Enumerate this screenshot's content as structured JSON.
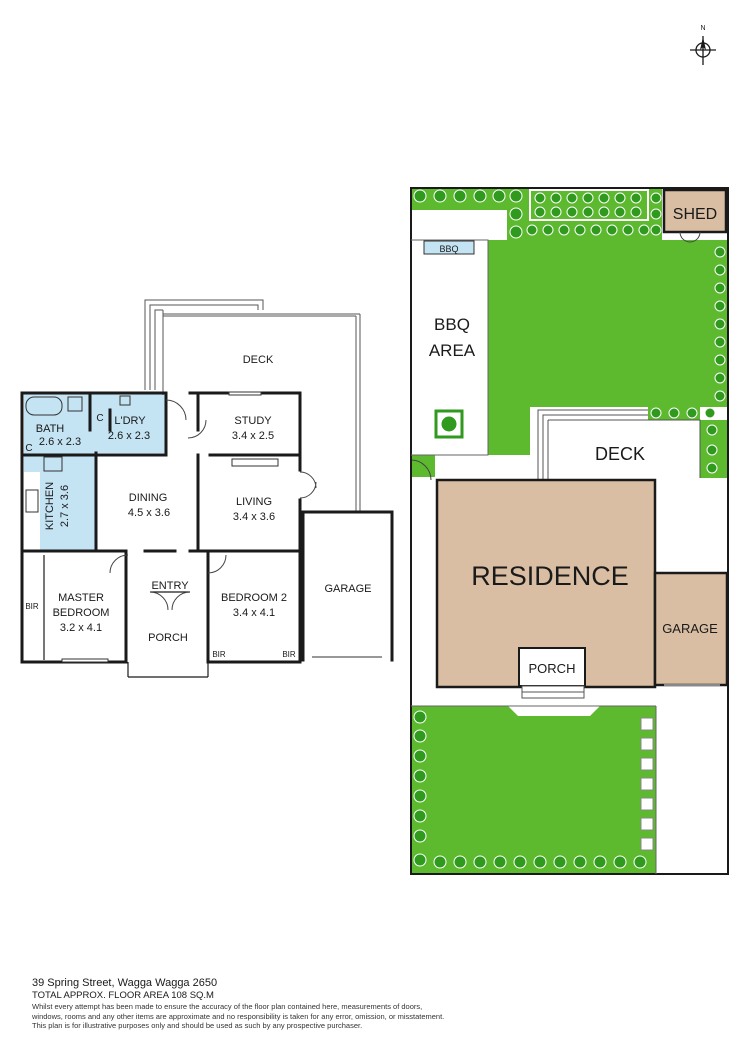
{
  "compass": {
    "north_label": "N"
  },
  "floor_plan": {
    "deck": "DECK",
    "study": {
      "name": "STUDY",
      "dims": "3.4 x 2.5"
    },
    "bath": {
      "name": "BATH",
      "dims": "2.6 x 2.3"
    },
    "laundry": {
      "name": "L'DRY",
      "dims": "2.6 x 2.3"
    },
    "cupboard": "C",
    "kitchen": {
      "name": "KITCHEN",
      "dims": "2.7 x 3.6"
    },
    "dining": {
      "name": "DINING",
      "dims": "4.5 x 3.6"
    },
    "living": {
      "name": "LIVING",
      "dims": "3.4 x 3.6"
    },
    "master": {
      "name1": "MASTER",
      "name2": "BEDROOM",
      "dims": "3.2 x 4.1"
    },
    "entry": "ENTRY",
    "bedroom2": {
      "name": "BEDROOM 2",
      "dims": "3.4 x 4.1"
    },
    "porch": "PORCH",
    "garage": "GARAGE",
    "bir": "BIR"
  },
  "site_plan": {
    "shed": "SHED",
    "bbq": "BBQ",
    "bbq_area_1": "BBQ",
    "bbq_area_2": "AREA",
    "deck": "DECK",
    "residence": "RESIDENCE",
    "garage": "GARAGE",
    "porch": "PORCH"
  },
  "colors": {
    "lawn": "#5dba2f",
    "tree": "#2f9a1e",
    "residence": "#d9bea3",
    "shed": "#d9bea3",
    "wet_area": "#c4e3f3",
    "wall": "#1a1a1a"
  },
  "footer": {
    "address": "39 Spring Street, Wagga Wagga 2650",
    "area": "TOTAL APPROX. FLOOR AREA 108 SQ.M",
    "disclaimer_1": "Whilst every attempt has been made to ensure the accuracy of the floor plan contained here, measurements of doors,",
    "disclaimer_2": "windows, rooms and any other items are approximate and no responsibility is taken for any error, omission, or misstatement.",
    "disclaimer_3": "This plan is for illustrative purposes only and should be used as such by any prospective purchaser."
  }
}
